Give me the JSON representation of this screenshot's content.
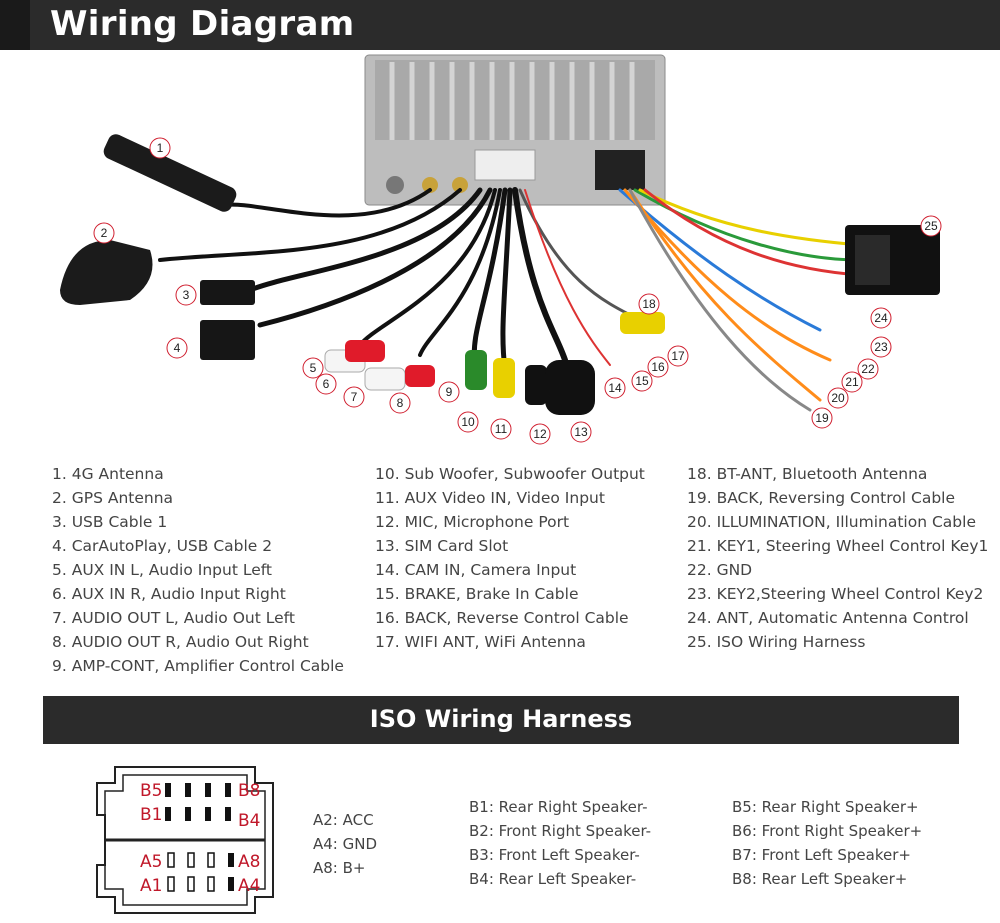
{
  "header": {
    "title": "Wiring Diagram"
  },
  "callouts": [
    "1",
    "2",
    "3",
    "4",
    "5",
    "6",
    "7",
    "8",
    "9",
    "10",
    "11",
    "12",
    "13",
    "14",
    "15",
    "16",
    "17",
    "18",
    "19",
    "20",
    "21",
    "22",
    "23",
    "24",
    "25"
  ],
  "legend": {
    "col1": [
      "1. 4G Antenna",
      "2. GPS Antenna",
      "3. USB Cable 1",
      "4. CarAutoPlay, USB Cable 2",
      "5. AUX IN L, Audio Input Left",
      "6. AUX IN R, Audio Input Right",
      "7. AUDIO OUT L, Audio Out Left",
      "8. AUDIO OUT R, Audio Out Right",
      "9. AMP-CONT, Amplifier Control Cable"
    ],
    "col2": [
      "10. Sub Woofer, Subwoofer Output",
      "11. AUX Video IN, Video Input",
      "12. MIC, Microphone Port",
      "13. SIM Card Slot",
      "14. CAM IN, Camera Input",
      "15. BRAKE, Brake In Cable",
      "16. BACK, Reverse Control Cable",
      "17. WIFI ANT, WiFi Antenna"
    ],
    "col3": [
      "18. BT-ANT, Bluetooth Antenna",
      "19. BACK, Reversing Control Cable",
      "20. ILLUMINATION, Illumination Cable",
      "21. KEY1, Steering Wheel Control Key1",
      "22. GND",
      "23. KEY2,Steering Wheel Control Key2",
      "24. ANT, Automatic Antenna Control",
      "25. ISO Wiring Harness"
    ]
  },
  "iso": {
    "title": "ISO Wiring Harness",
    "pins": [
      "B5",
      "B8",
      "B1",
      "B4",
      "A5",
      "A8",
      "A1",
      "A4"
    ],
    "power": [
      "A2: ACC",
      "A4: GND",
      "A8: B+"
    ],
    "speakers_left": [
      "B1: Rear Right Speaker-",
      "B2: Front Right Speaker-",
      "B3: Front Left Speaker-",
      "B4: Rear Left Speaker-"
    ],
    "speakers_right": [
      "B5: Rear Right Speaker+",
      "B6: Front Right Speaker+",
      "B7: Front Left Speaker+",
      "B8: Rear Left Speaker+"
    ]
  },
  "colors": {
    "accent_red": "#c0182a",
    "bar": "#2b2b2b"
  }
}
